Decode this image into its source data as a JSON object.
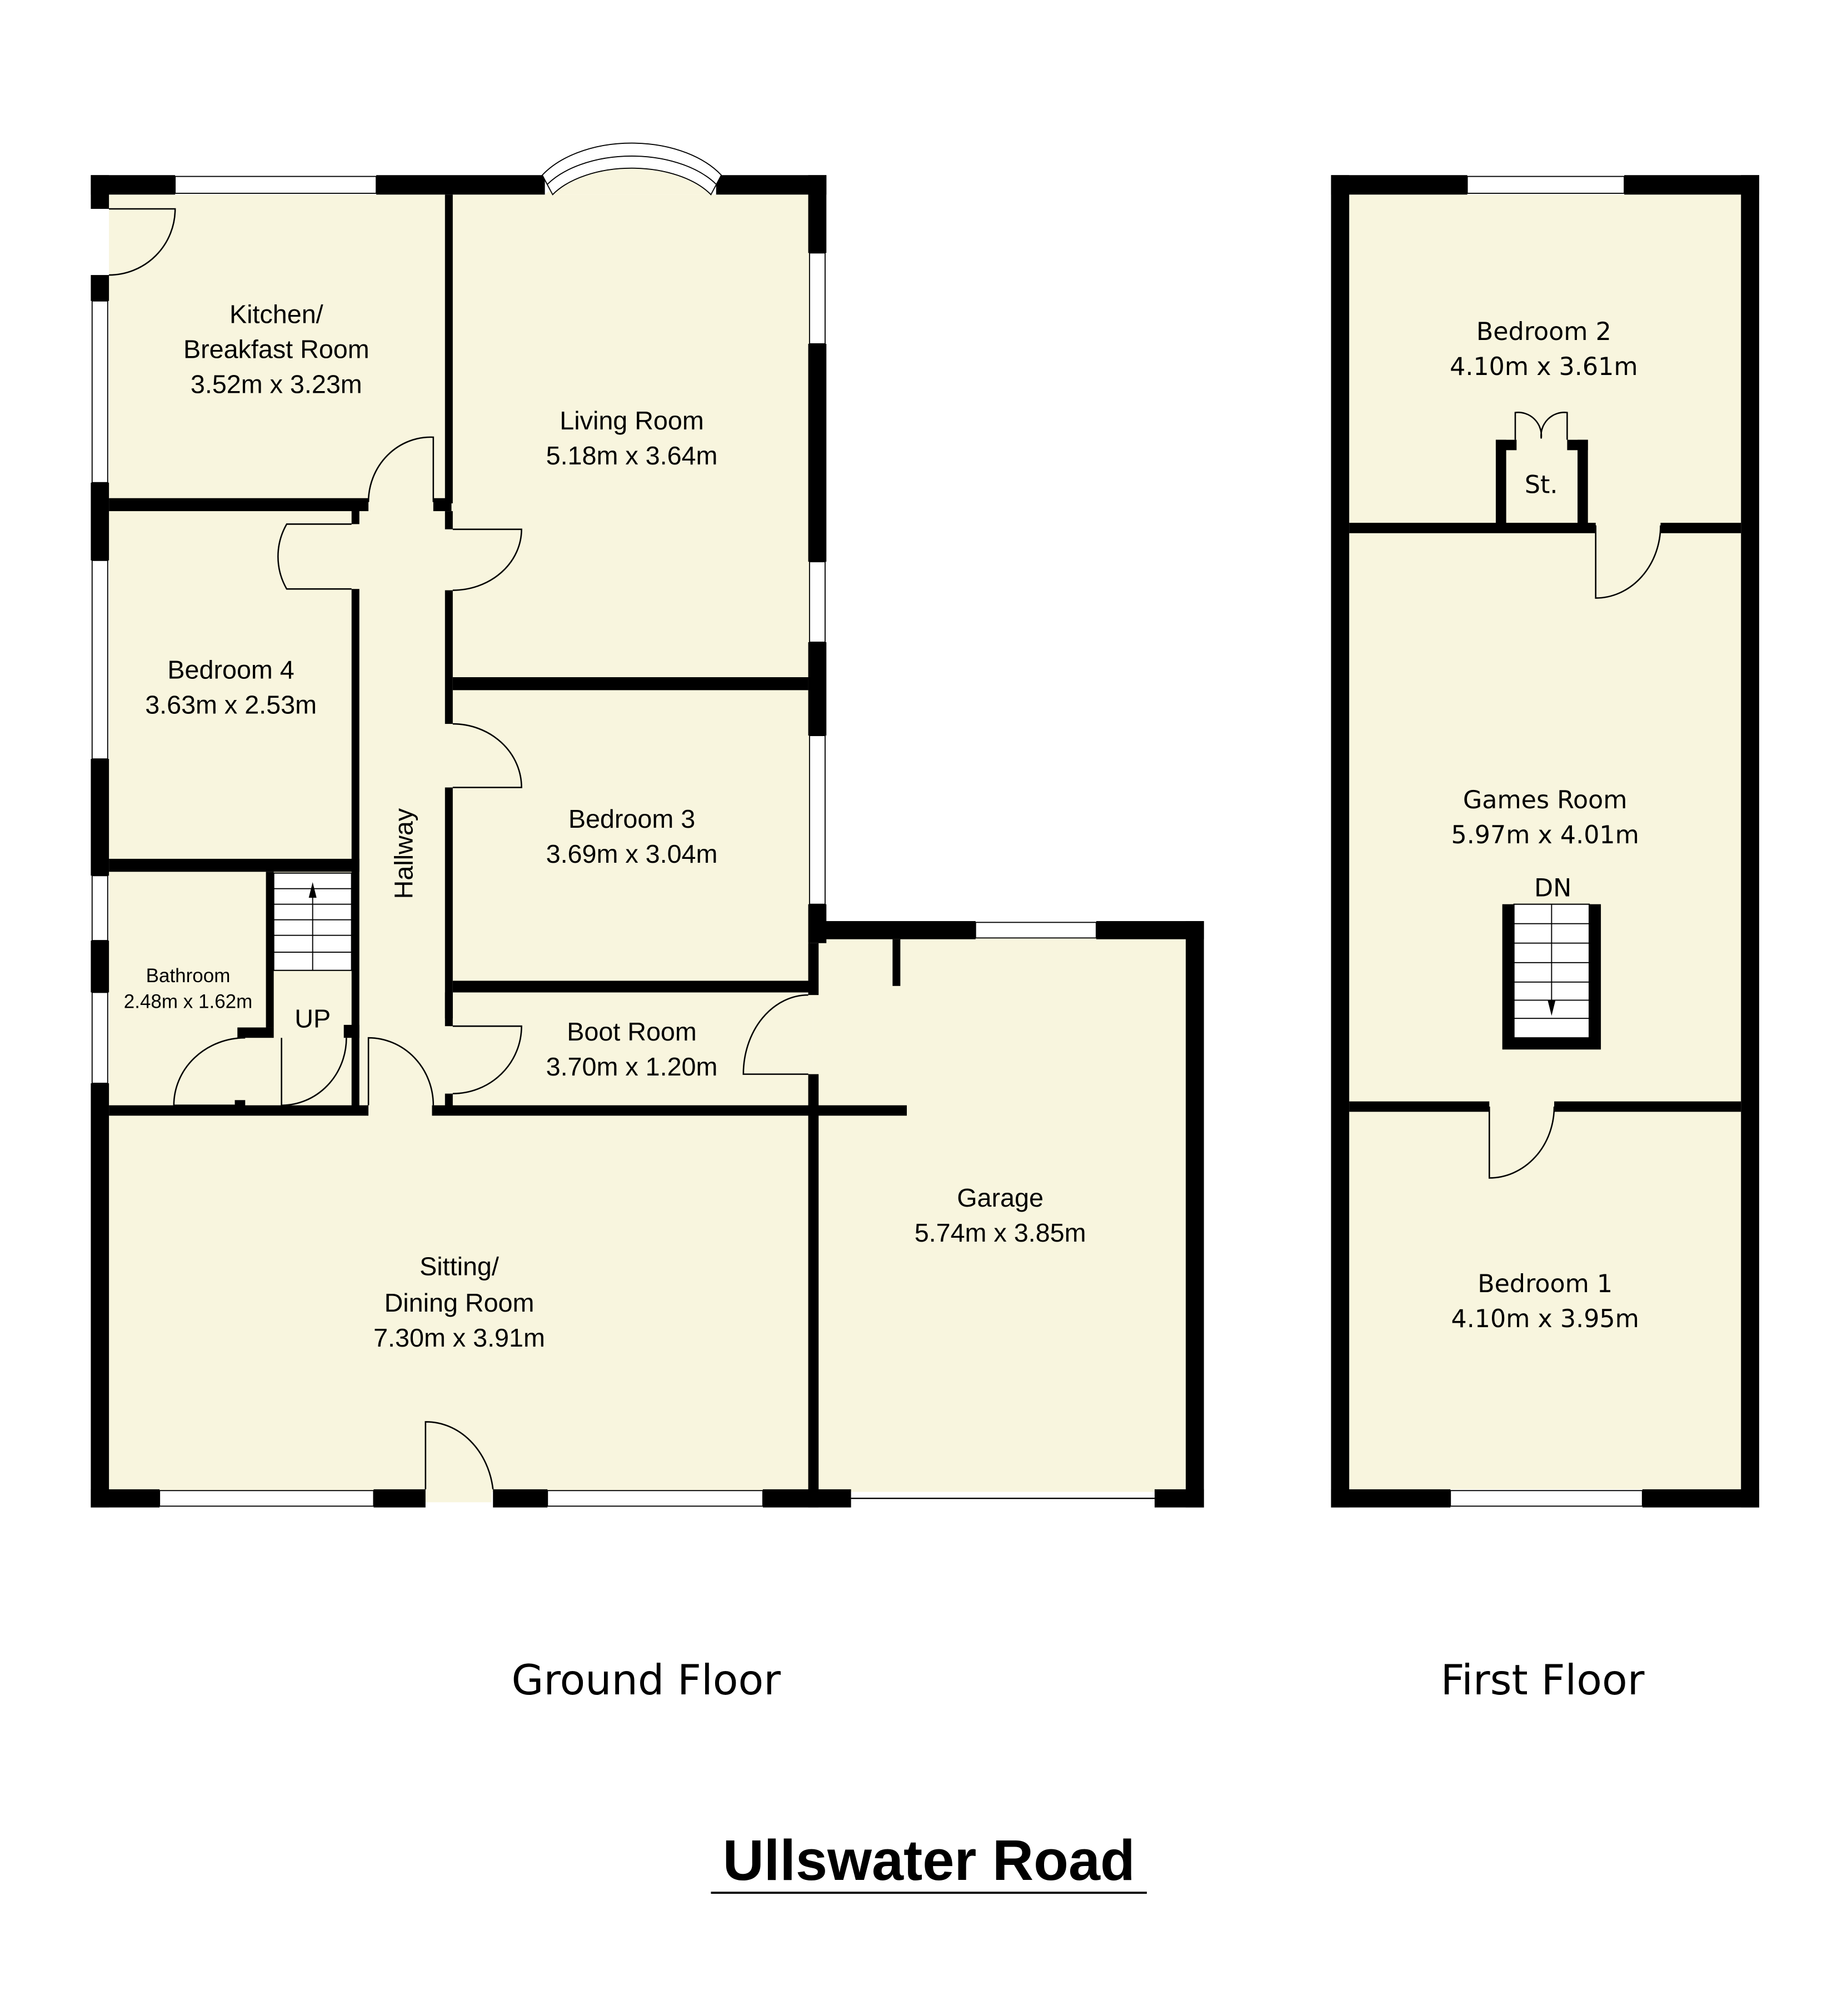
{
  "title": "Ullswater Road",
  "colors": {
    "room_fill": "#f8f5de",
    "wall": "#000000",
    "window": "#ffffff"
  },
  "ground_floor": {
    "label": "Ground Floor",
    "rooms": {
      "kitchen": {
        "name_line1": "Kitchen/",
        "name_line2": "Breakfast Room",
        "size": "3.52m x 3.23m"
      },
      "living": {
        "name": "Living Room",
        "size": "5.18m x 3.64m"
      },
      "bedroom4": {
        "name": "Bedroom 4",
        "size": "3.63m x 2.53m"
      },
      "bedroom3": {
        "name": "Bedroom 3",
        "size": "3.69m x 3.04m"
      },
      "hallway": {
        "name": "Hallway"
      },
      "bathroom": {
        "name": "Bathroom",
        "size": "2.48m x 1.62m"
      },
      "stairs": {
        "label": "UP"
      },
      "bootroom": {
        "name": "Boot Room",
        "size": "3.70m x 1.20m"
      },
      "sitting": {
        "name_line1": "Sitting/",
        "name_line2": "Dining Room",
        "size": "7.30m x 3.91m"
      },
      "garage": {
        "name": "Garage",
        "size": "5.74m x 3.85m"
      }
    }
  },
  "first_floor": {
    "label": "First Floor",
    "rooms": {
      "bedroom2": {
        "name": "Bedroom 2",
        "size": "4.10m x 3.61m"
      },
      "storage": {
        "name": "St."
      },
      "games": {
        "name": "Games Room",
        "size": "5.97m x 4.01m"
      },
      "stairs": {
        "label": "DN"
      },
      "bedroom1": {
        "name": "Bedroom 1",
        "size": "4.10m x 3.95m"
      }
    }
  }
}
